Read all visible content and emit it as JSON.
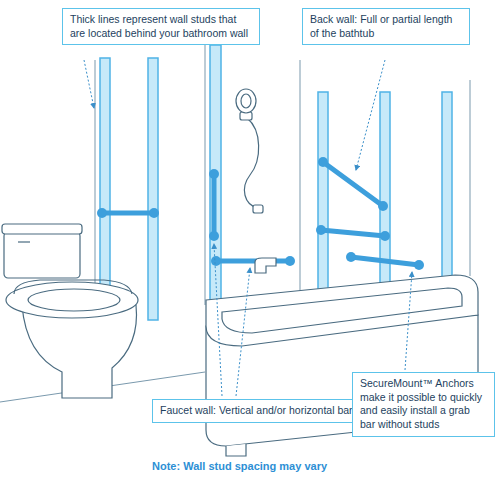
{
  "diagram": {
    "nodes": [
      {
        "text": [
          "Thick lines represent wall studs that are located behind your bathroom wall"
        ]
      },
      {
        "text": [
          "Back wall: Full or partial length of the bathtub"
        ]
      },
      {
        "text": [
          "Faucet wall: Vertical and/or horizontal bar"
        ]
      },
      {
        "text": [
          "SecureMount™ Anchors make it possible to quickly and easily install a grab bar without studs"
        ]
      }
    ],
    "labels": [
      "Note: Wall stud spacing may vary"
    ]
  }
}
